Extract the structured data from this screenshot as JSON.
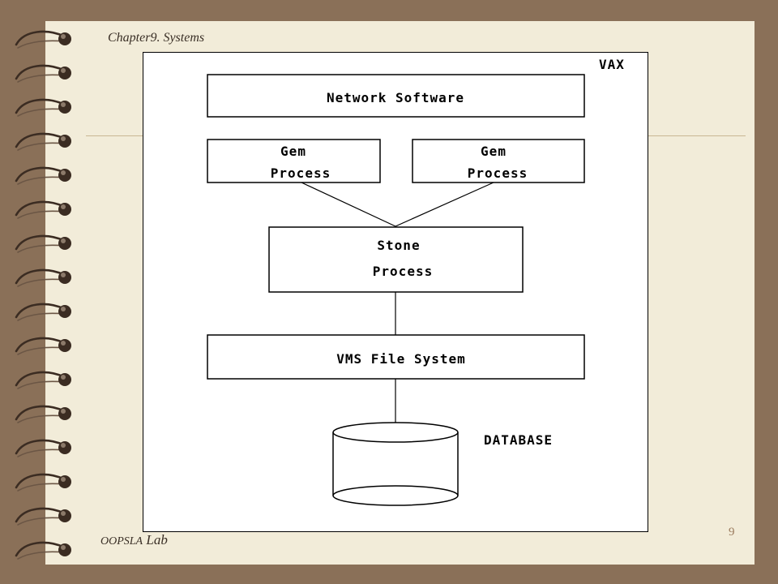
{
  "slide": {
    "header": "Chapter9. Systems",
    "footer_main": "OOPSLA",
    "footer_suffix": "Lab",
    "page_number": "9"
  },
  "diagram": {
    "container_label": "VAX",
    "network_software": "Network Software",
    "gem_process_left": [
      "Gem",
      "Process"
    ],
    "gem_process_right": [
      "Gem",
      "Process"
    ],
    "stone_process": [
      "Stone",
      "Process"
    ],
    "vms_file_system": "VMS File System",
    "database_label": "DATABASE"
  },
  "colors": {
    "frame": "#8a7058",
    "slide_bg": "#f2ecd9",
    "rule": "#c9b793",
    "coil": "#3b2c22"
  }
}
